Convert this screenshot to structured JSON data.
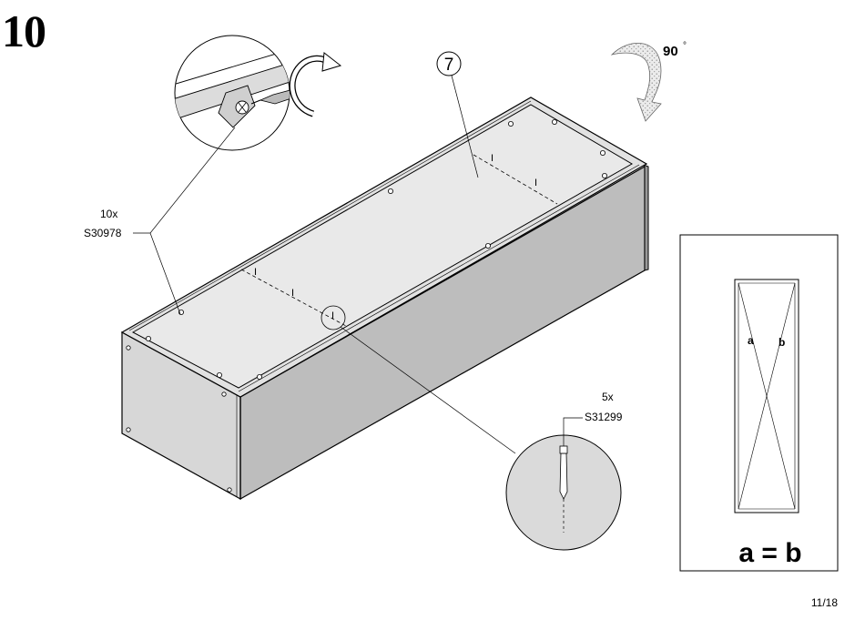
{
  "step": {
    "number": "10"
  },
  "rotation": {
    "angle": "90",
    "unit": "°"
  },
  "panel_callout": {
    "number": "7"
  },
  "cam_lock": {
    "quantity": "10x",
    "part": "S30978"
  },
  "dowel": {
    "quantity": "5x",
    "part": "S31299"
  },
  "square_check": {
    "label_a": "a",
    "label_b": "b",
    "equation": "a = b"
  },
  "panel_marks": [
    "I",
    "I",
    "I",
    "I",
    "I"
  ],
  "page": {
    "number": "11/18"
  }
}
